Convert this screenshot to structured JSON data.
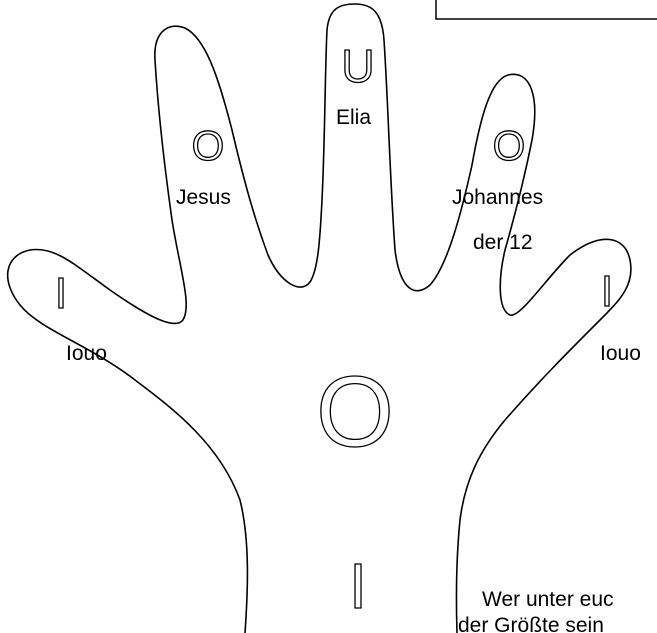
{
  "labels": {
    "thumb_left": "Iouo",
    "index_finger": "Jesus",
    "middle_finger": "Elia",
    "ring_finger_line1": "Johannes",
    "ring_finger_line2": "der 12",
    "pinky_right": "Iouo",
    "caption_line1": "Wer unter euc",
    "caption_line2": "der Größte sein"
  },
  "glyphs": {
    "thumb_left": "I",
    "index_finger": "O",
    "middle_finger": "U",
    "ring_finger": "O",
    "pinky_right": "I",
    "palm": "O",
    "wrist": "I"
  }
}
